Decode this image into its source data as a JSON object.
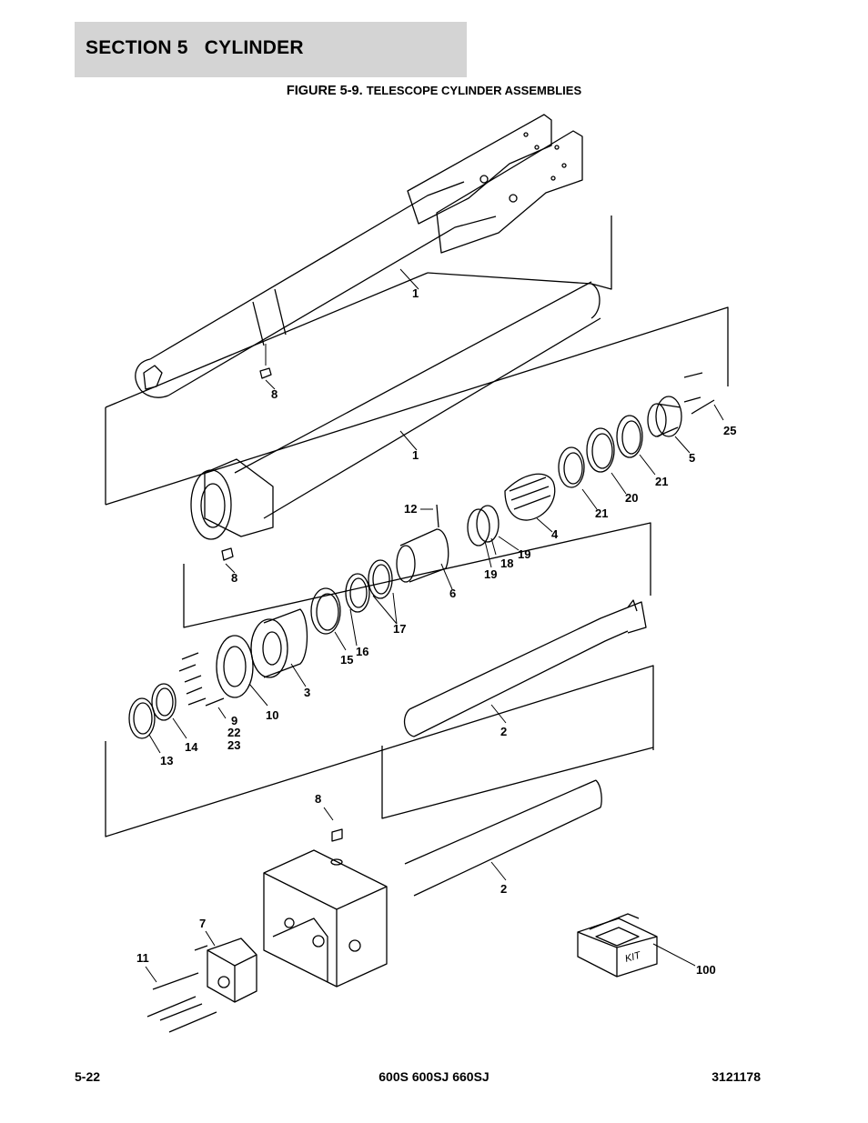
{
  "header": {
    "section_title": "SECTION 5   CYLINDER"
  },
  "figure": {
    "number": "FIGURE 5-9.",
    "title": "TELESCOPE CYLINDER ASSEMBLIES"
  },
  "callouts": {
    "c1a": "1",
    "c1b": "1",
    "c2a": "2",
    "c2b": "2",
    "c3": "3",
    "c4": "4",
    "c5": "5",
    "c6": "6",
    "c7": "7",
    "c8a": "8",
    "c8b": "8",
    "c8c": "8",
    "c9": "9",
    "c10": "10",
    "c11": "11",
    "c12": "12",
    "c13": "13",
    "c14": "14",
    "c15": "15",
    "c16": "16",
    "c17": "17",
    "c18": "18",
    "c19a": "19",
    "c19b": "19",
    "c20": "20",
    "c21a": "21",
    "c21b": "21",
    "c22": "22",
    "c23": "23",
    "c25": "25",
    "c100": "100"
  },
  "kit_label": "KIT",
  "footer": {
    "page": "5-22",
    "models": "600S 600SJ 660SJ",
    "doc_number": "3121178"
  }
}
